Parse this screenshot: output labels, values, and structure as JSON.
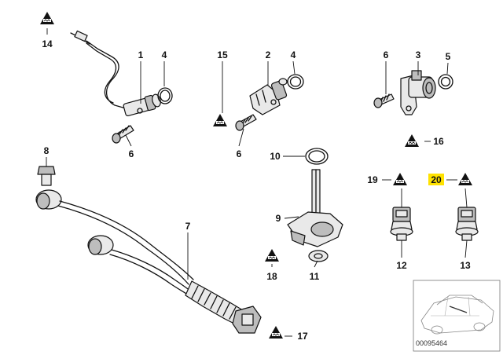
{
  "diagram_id": "00095464",
  "highlight_color": "#ffe200",
  "callouts": [
    {
      "id": "c1",
      "text": "1",
      "highlighted": false
    },
    {
      "id": "c2",
      "text": "2",
      "highlighted": false
    },
    {
      "id": "c3",
      "text": "3",
      "highlighted": false
    },
    {
      "id": "c4a",
      "text": "4",
      "highlighted": false
    },
    {
      "id": "c4b",
      "text": "4",
      "highlighted": false
    },
    {
      "id": "c5",
      "text": "5",
      "highlighted": false
    },
    {
      "id": "c6a",
      "text": "6",
      "highlighted": false
    },
    {
      "id": "c6b",
      "text": "6",
      "highlighted": false
    },
    {
      "id": "c6c",
      "text": "6",
      "highlighted": false
    },
    {
      "id": "c7",
      "text": "7",
      "highlighted": false
    },
    {
      "id": "c8",
      "text": "8",
      "highlighted": false
    },
    {
      "id": "c9",
      "text": "9",
      "highlighted": false
    },
    {
      "id": "c10",
      "text": "10",
      "highlighted": false
    },
    {
      "id": "c11",
      "text": "11",
      "highlighted": false
    },
    {
      "id": "c12",
      "text": "12",
      "highlighted": false
    },
    {
      "id": "c13",
      "text": "13",
      "highlighted": false
    },
    {
      "id": "c14",
      "text": "14",
      "highlighted": false
    },
    {
      "id": "c15",
      "text": "15",
      "highlighted": false
    },
    {
      "id": "c16",
      "text": "16",
      "highlighted": false
    },
    {
      "id": "c17",
      "text": "17",
      "highlighted": false
    },
    {
      "id": "c18",
      "text": "18",
      "highlighted": false
    },
    {
      "id": "c19",
      "text": "19",
      "highlighted": false
    },
    {
      "id": "c20",
      "text": "20",
      "highlighted": true
    }
  ]
}
